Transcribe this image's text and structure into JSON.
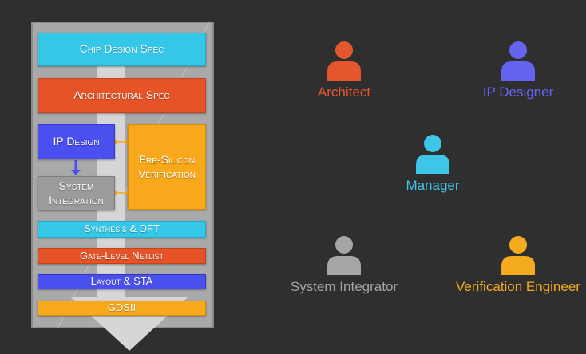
{
  "colors": {
    "background": "#2f2f2f",
    "cyan": "#35c7e8",
    "orange_red": "#e55327",
    "blue": "#4a4ff0",
    "gray": "#9b9b9b",
    "amber": "#f7a81b",
    "person_architect": "#e4572e",
    "person_ip_designer": "#6464f0",
    "person_manager": "#3ec6e8",
    "person_system_integrator": "#a6a6a6",
    "person_verification": "#f5ab1e"
  },
  "flow": {
    "chip_design_spec": "Chip Design Spec",
    "architectural_spec": "Architectural Spec",
    "ip_design": "IP Design",
    "system_integration": "System Integration",
    "pre_silicon_verification": "Pre-Silicon Verification",
    "synthesis_dft": "Synthesis & DFT",
    "gate_level_netlist": "Gate-Level Netlist",
    "layout_sta": "Layout & STA",
    "gdsii": "GDSII"
  },
  "roles": {
    "architect": {
      "label": "Architect",
      "icon": "person-icon"
    },
    "ip_designer": {
      "label": "IP Designer",
      "icon": "person-icon"
    },
    "manager": {
      "label": "Manager",
      "icon": "person-icon"
    },
    "system_integrator": {
      "label": "System Integrator",
      "icon": "person-icon"
    },
    "verification_engineer": {
      "label": "Verification Engineer",
      "icon": "person-icon"
    }
  }
}
